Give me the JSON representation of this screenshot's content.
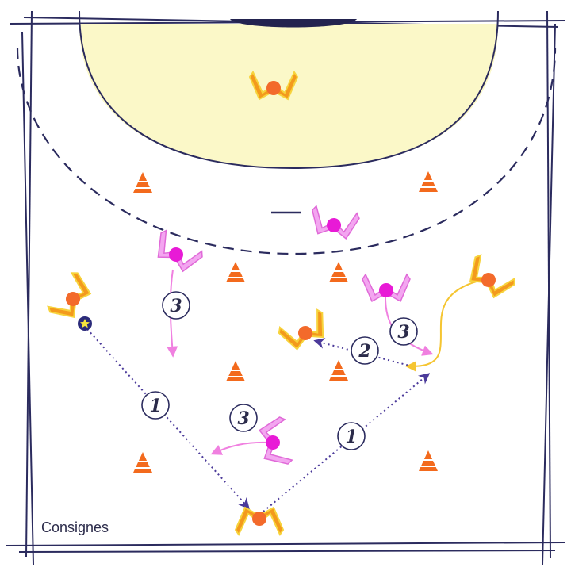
{
  "diagram": {
    "caption": "Consignes",
    "step_labels": {
      "one": "1",
      "two": "2",
      "three": "3"
    },
    "colors": {
      "court_line": "#2b2b5e",
      "goal_area": "#fbf8c8",
      "attacker_body": "#f39a1d",
      "attacker_head": "#f36a2b",
      "defender_body": "#f3a6f0",
      "defender_head": "#e81ad6",
      "cone": "#f36a1d",
      "pass_arrow": "#4b3a9a",
      "run_arrow_pink": "#f080e0",
      "run_arrow_yellow": "#f5c531",
      "ball": "#2b2b7a"
    },
    "icons": {
      "attacker": "attacker-player-icon",
      "defender": "defender-player-icon",
      "cone": "cone-icon",
      "ball": "ball-star-icon"
    }
  }
}
